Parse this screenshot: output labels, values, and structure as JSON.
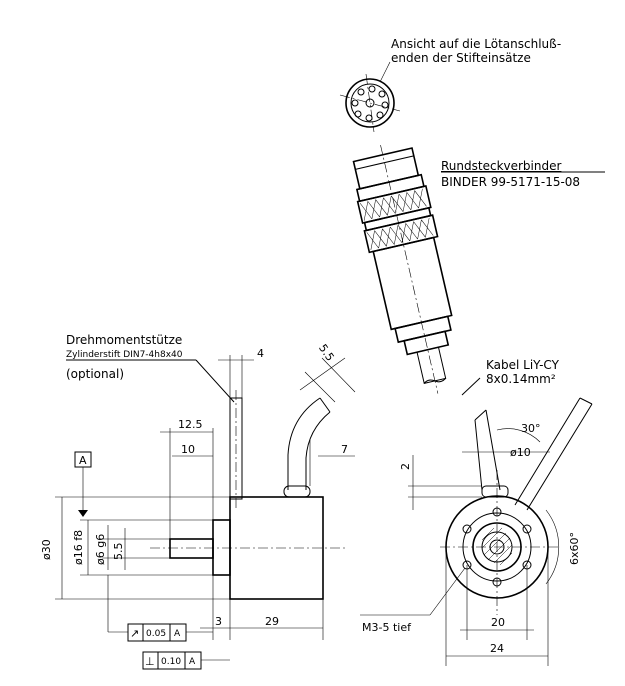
{
  "notes": {
    "view_line1": "Ansicht auf die Lötanschluß-",
    "view_line2": "enden der Stifteinsätze",
    "connector_title": "Rundsteckverbinder",
    "connector_part": "BINDER 99-5171-15-08",
    "support_title": "Drehmomentstütze",
    "support_spec": "Zylinderstift DIN7-4h8x40",
    "support_optional": "(optional)",
    "cable_line1": "Kabel LiY-CY",
    "cable_line2": "8x0.14mm²"
  },
  "datum": "A",
  "dimensions": {
    "d4": "4",
    "d5_5_top": "5.5",
    "d12_5": "12.5",
    "d10": "10",
    "d7": "7",
    "dia30": "ø30",
    "dia16": "ø16 f8",
    "dia6": "ø6 g6",
    "d5_5_side": "5.5",
    "d3": "3",
    "d29": "29",
    "ang30": "30°",
    "dia10": "ø10",
    "d2": "2",
    "ang6x60": "6x60°",
    "thread": "M3-5 tief",
    "d20": "20",
    "d24": "24"
  },
  "tolerances": {
    "runout_symbol": "↗",
    "runout_value": "0.05",
    "runout_datum": "A",
    "perp_symbol": "⊥",
    "perp_value": "0.10",
    "perp_datum": "A"
  }
}
